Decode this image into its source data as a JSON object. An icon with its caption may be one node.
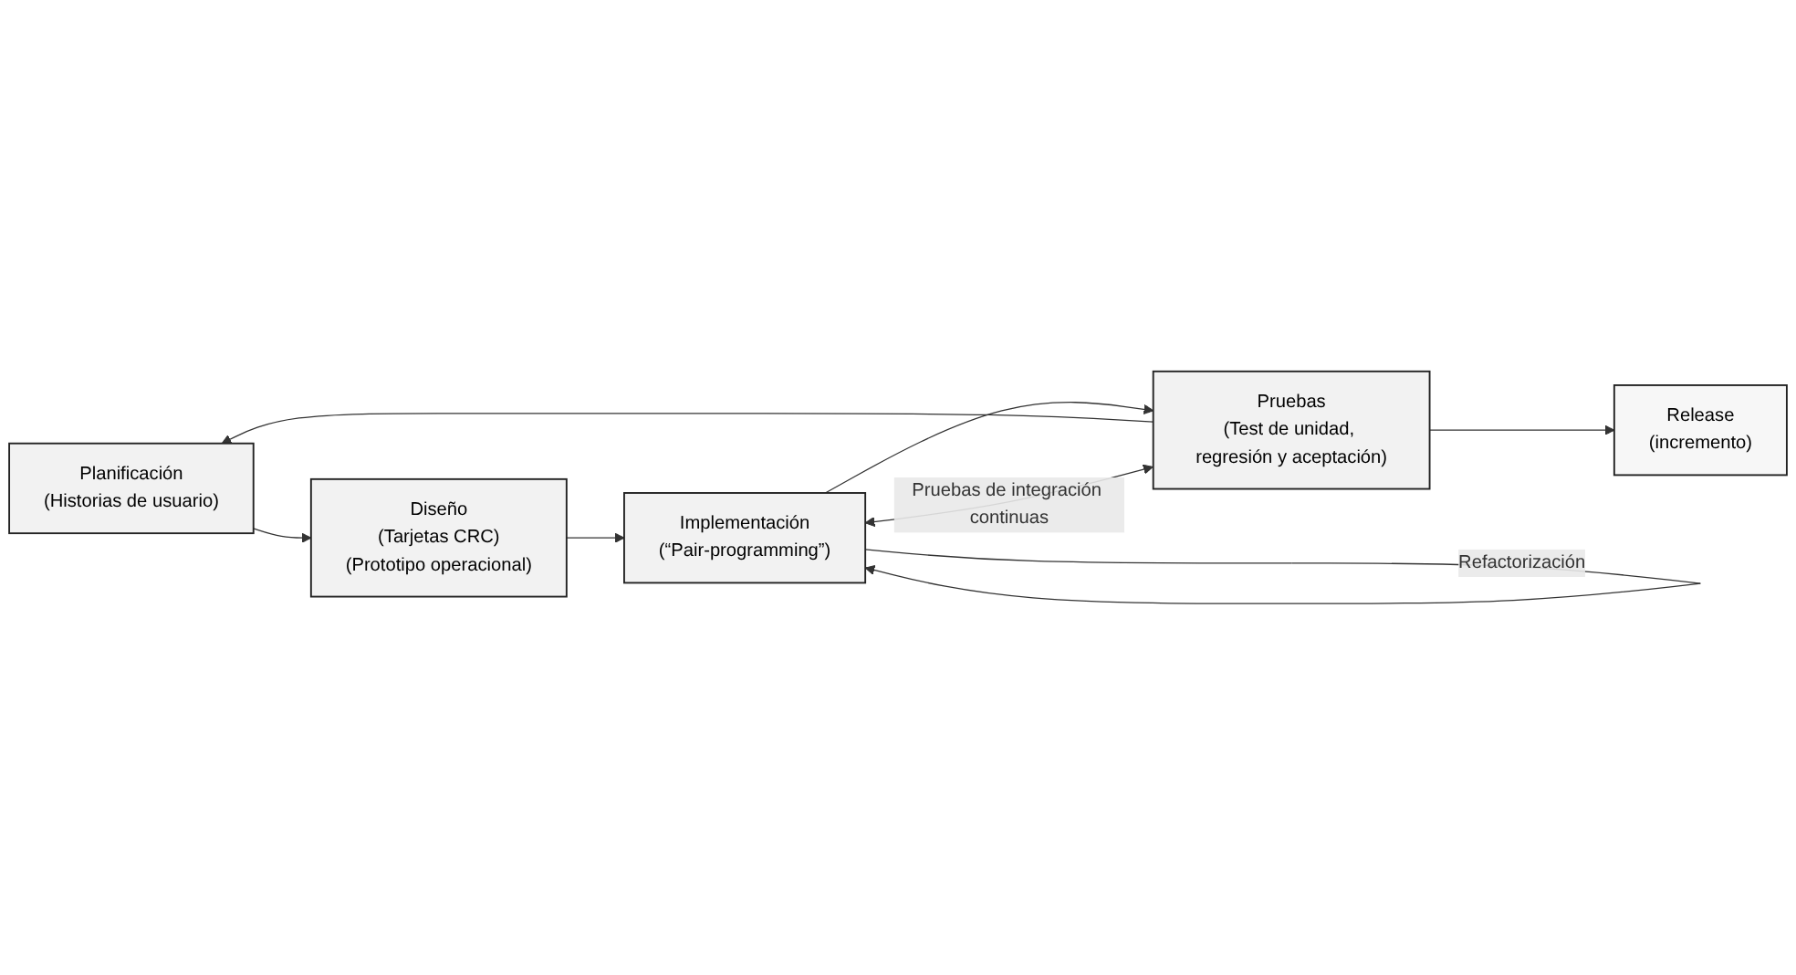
{
  "diagram": {
    "nodes": [
      {
        "text": [
          "Planificación",
          "(Historias de usuario)"
        ]
      },
      {
        "text": [
          "Diseño",
          "(Tarjetas CRC)",
          "(Prototipo operacional)"
        ]
      },
      {
        "text": [
          "Release",
          "(incremento)"
        ]
      },
      {
        "text": [
          "Pruebas",
          "(Test de unidad, regresión y aceptación)"
        ]
      },
      {
        "text": [
          "Implementación",
          "(“Pair-programming”)"
        ]
      }
    ],
    "edges": [
      {
        "from": 0,
        "to": 1,
        "arrow": "to"
      },
      {
        "from": 1,
        "to": 4,
        "arrow": "to"
      },
      {
        "from": 4,
        "to": 3,
        "arrow": "to"
      },
      {
        "from": 3,
        "to": 0,
        "arrow": "to"
      },
      {
        "from": 3,
        "to": 2,
        "arrow": "to"
      },
      {
        "from": 3,
        "to": 4,
        "arrow": "both",
        "label": "Pruebas de integración continuas"
      },
      {
        "from": 4,
        "to": 4,
        "arrow": "to",
        "label": "Refactorización"
      }
    ]
  }
}
